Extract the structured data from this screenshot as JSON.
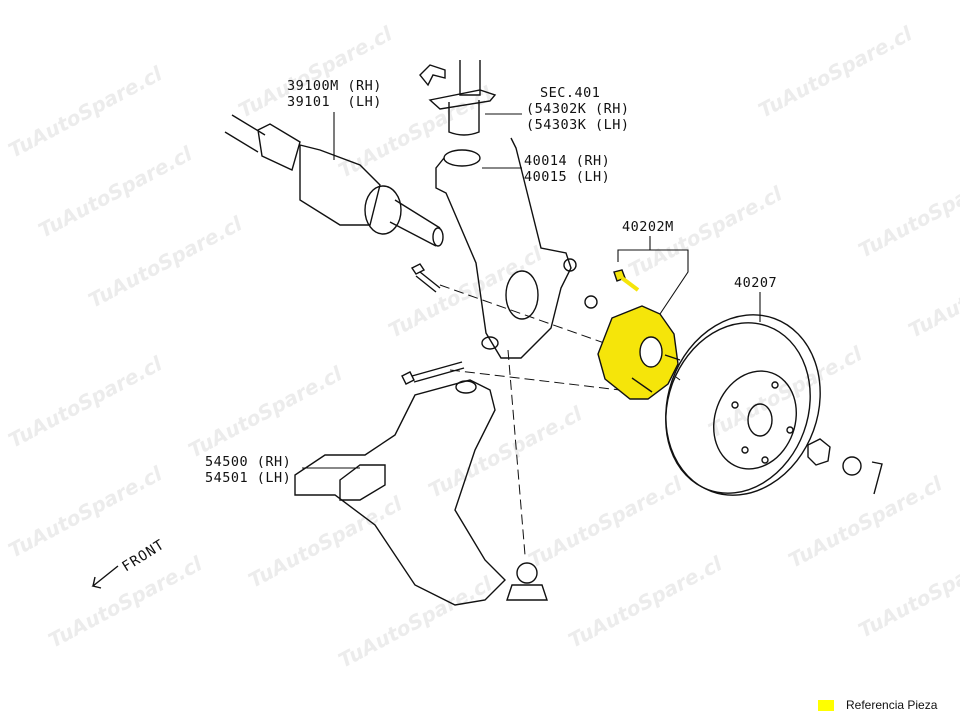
{
  "watermark": "TuAutoSpare.cl",
  "labels": {
    "drive_shaft": [
      "39100M (RH)",
      "39101  (LH)"
    ],
    "strut": [
      "SEC.401",
      "(54302K (RH)",
      "(54303K (LH)"
    ],
    "knuckle": [
      "40014 (RH)",
      "40015 (LH)"
    ],
    "hub": "40202M",
    "rotor": "40207",
    "lower_arm": [
      "54500 (RH)",
      "54501 (LH)"
    ],
    "front": "FRONT"
  },
  "legend": {
    "label": "Referencia Pieza",
    "color": "#ffff00"
  },
  "highlight_color": "#f5e50a"
}
